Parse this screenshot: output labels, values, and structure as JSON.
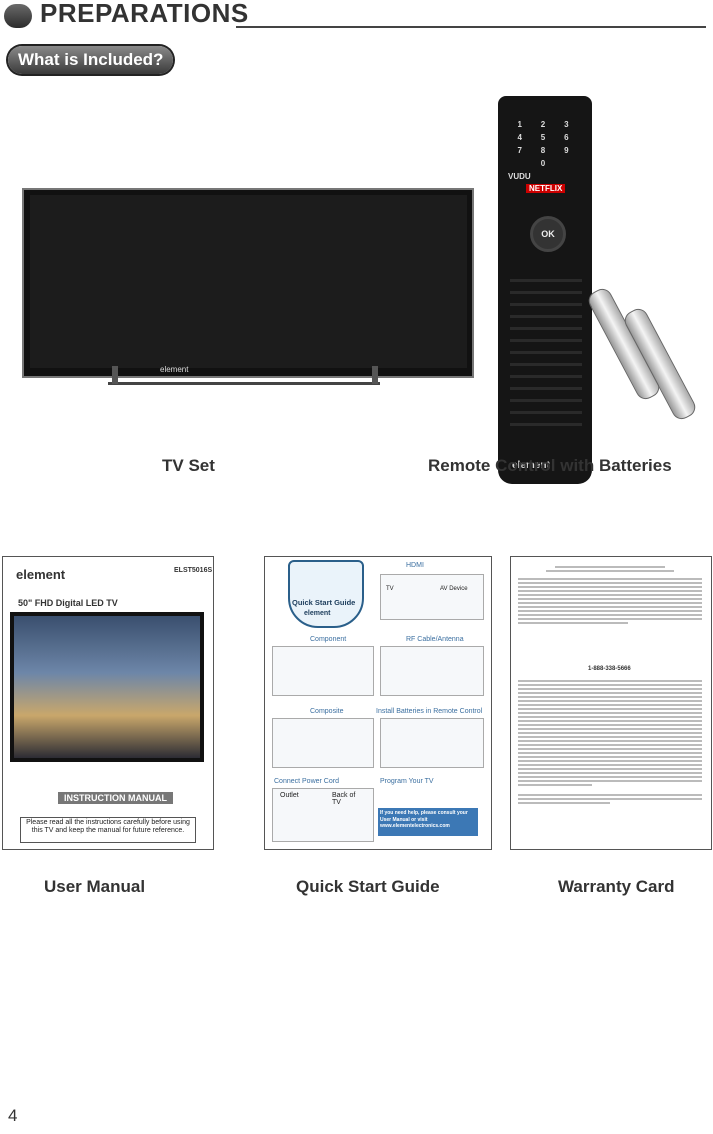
{
  "header": {
    "title": "PREPARATIONS"
  },
  "section": {
    "badge": "What is Included?"
  },
  "tv": {
    "caption": "TV Set",
    "logo": "element"
  },
  "remote": {
    "caption": "Remote Control with Batteries",
    "keys": [
      "1",
      "2",
      "3",
      "4",
      "5",
      "6",
      "7",
      "8",
      "9",
      "0"
    ],
    "ok_label": "OK",
    "brand_labels": [
      "VUDU",
      "NETFLIX"
    ],
    "logo": "element"
  },
  "manual": {
    "caption": "User Manual",
    "logo": "element",
    "model": "ELST5016S",
    "subtitle": "50\" FHD Digital LED TV",
    "instruction": "INSTRUCTION MANUAL",
    "note": "Please read all the instructions carefully before using this TV and keep the manual for future reference."
  },
  "quick_start": {
    "caption": "Quick Start Guide",
    "shield_title": "Quick Start Guide",
    "shield_logo": "element",
    "sections": [
      "HDMI",
      "Component",
      "RF Cable/Antenna",
      "Composite",
      "Install Batteries in Remote Control",
      "Connect Power Cord",
      "Program Your TV"
    ],
    "tv_label": "TV",
    "av_label": "AV Device",
    "outlet": "Outlet",
    "back_of_tv": "Back of TV",
    "help_text": "If you need help, please consult your User Manual or visit www.elementelectronics.com"
  },
  "warranty": {
    "caption": "Warranty Card",
    "phone": "1-888-338-5666"
  },
  "page": {
    "number": "4"
  }
}
